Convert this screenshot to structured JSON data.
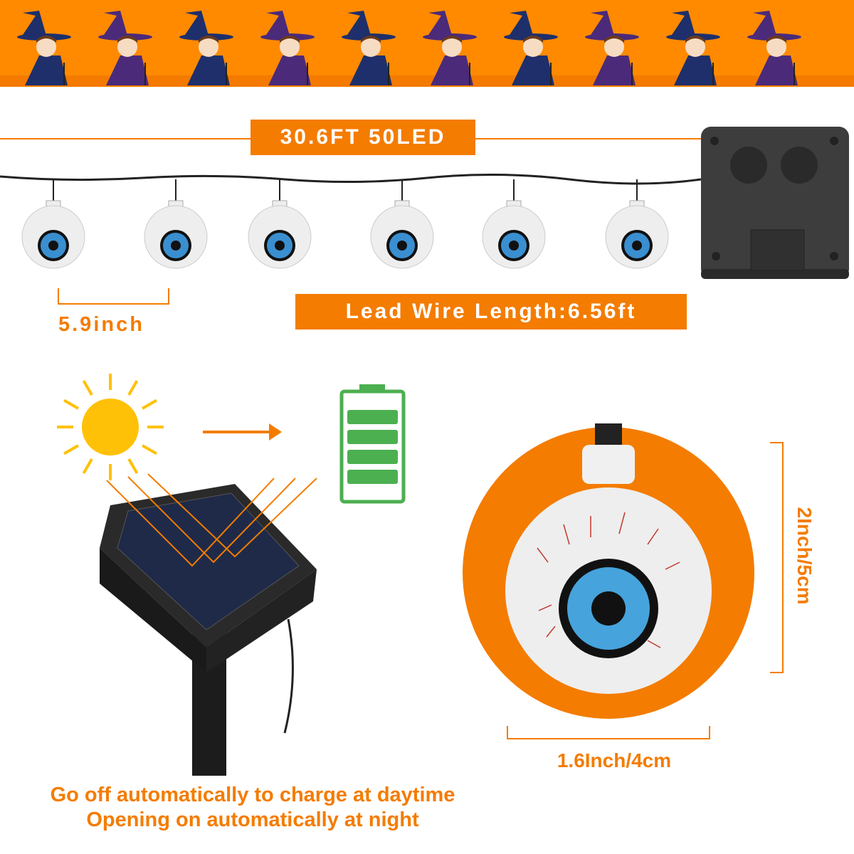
{
  "banner": {
    "figure_count": 10,
    "colors": [
      "#1e2f6b",
      "#4b2a7a"
    ]
  },
  "length_label": "30.6FT 50LED",
  "spacing_label": "5.9inch",
  "lead_wire_label": "Lead Wire Length:6.56ft",
  "height_label": "2Inch/5cm",
  "width_label": "1.6Inch/4cm",
  "caption": {
    "line1": "Go off automatically to charge at daytime",
    "line2": "Opening on automatically at night"
  },
  "colors": {
    "accent": "#f47c00",
    "banner": "#ff8a00",
    "sun": "#ffc107",
    "battery": "#4caf50",
    "iris": "#3a8fd0"
  }
}
